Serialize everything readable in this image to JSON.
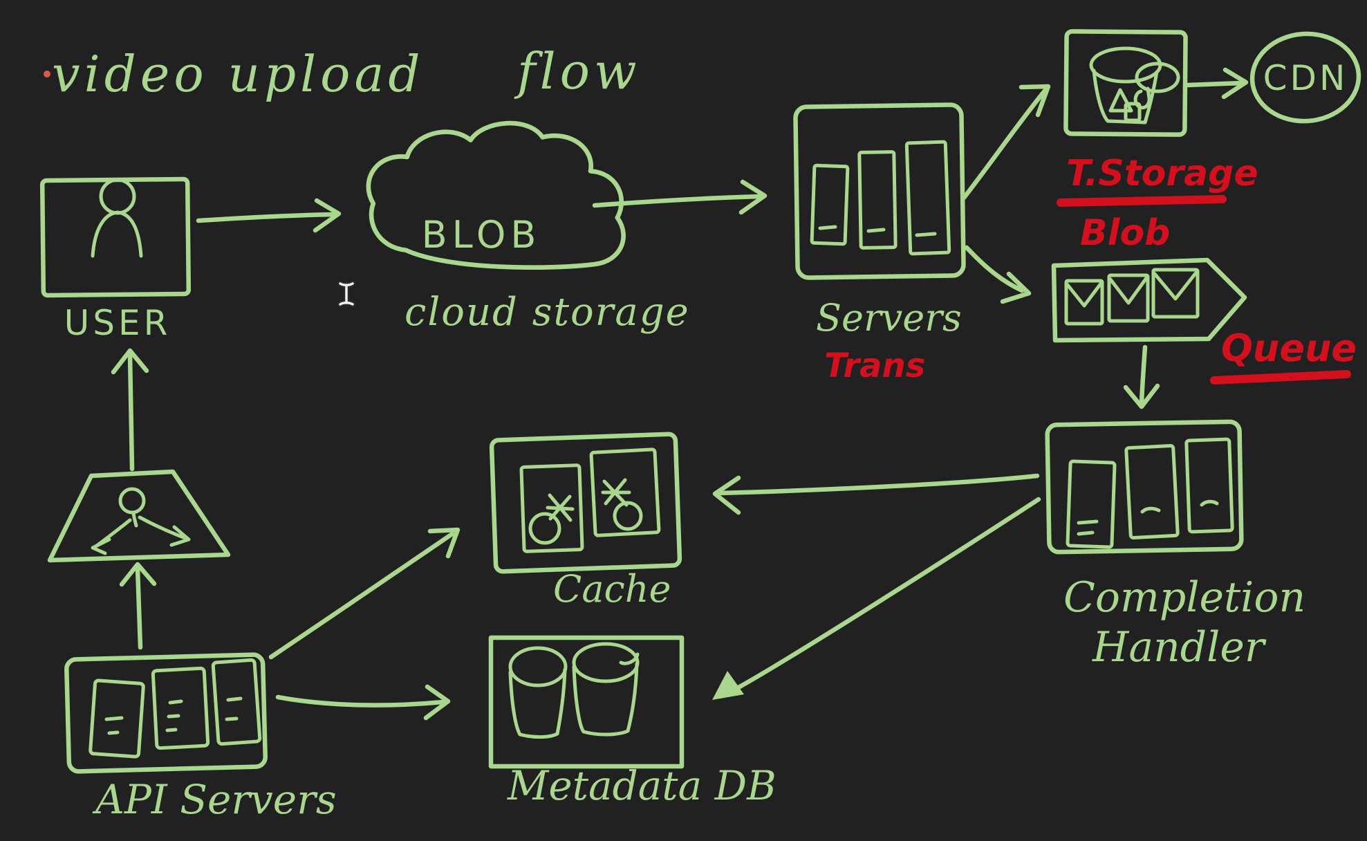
{
  "colors": {
    "background": "#212121",
    "marker_green": "#a9d78e",
    "marker_red": "#d5101e",
    "stray_dot": "#d95b45",
    "cursor": "#f0f0f0"
  },
  "title": {
    "text": "video upload",
    "suffix": "flow"
  },
  "diagram": {
    "user": {
      "label": "USER",
      "icon": "person-icon"
    },
    "cloud_storage": {
      "name": "BLOB",
      "label": "cloud storage",
      "icon": "cloud-icon"
    },
    "servers": {
      "label": "Servers",
      "annotation": "Trans",
      "icon": "server-rack-icon"
    },
    "transcoded_storage": {
      "annotation_title": "T.Storage",
      "annotation_sub": "Blob",
      "icon": "bucket-icon"
    },
    "cdn": {
      "label": "CDN",
      "icon": "circle-node"
    },
    "queue": {
      "annotation": "Queue",
      "icon": "envelope-icon"
    },
    "completion_handler": {
      "label_line1": "Completion",
      "label_line2": "Handler",
      "icon": "task-card-icon"
    },
    "cache": {
      "label": "Cache",
      "icon": "key-icon"
    },
    "metadata_db": {
      "label": "Metadata DB",
      "icon": "database-bucket-icon"
    },
    "api_servers": {
      "label": "API Servers",
      "icon": "server-rack-icon"
    },
    "load_balancer": {
      "icon": "load-balancer-icon"
    }
  },
  "edges": [
    {
      "from": "user",
      "to": "cloud_storage"
    },
    {
      "from": "cloud_storage",
      "to": "servers"
    },
    {
      "from": "servers",
      "to": "transcoded_storage"
    },
    {
      "from": "transcoded_storage",
      "to": "cdn"
    },
    {
      "from": "servers",
      "to": "queue"
    },
    {
      "from": "queue",
      "to": "completion_handler"
    },
    {
      "from": "completion_handler",
      "to": "cache"
    },
    {
      "from": "completion_handler",
      "to": "metadata_db"
    },
    {
      "from": "api_servers",
      "to": "load_balancer"
    },
    {
      "from": "load_balancer",
      "to": "user"
    },
    {
      "from": "api_servers",
      "to": "cache"
    },
    {
      "from": "api_servers",
      "to": "metadata_db"
    }
  ],
  "cursor": {
    "type": "text-cursor"
  }
}
